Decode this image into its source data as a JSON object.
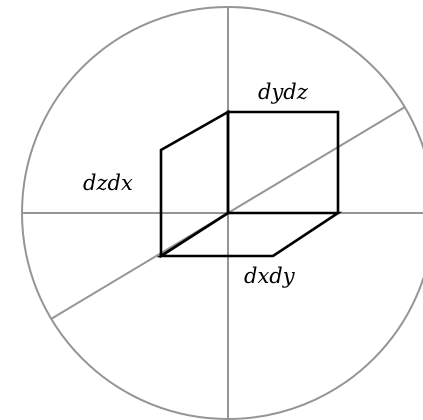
{
  "labels": {
    "face_yz": "dydz",
    "face_zx": "dzdx",
    "face_xy": "dxdy"
  },
  "colors": {
    "axis": "#959595",
    "edge": "#000000",
    "background": "#ffffff"
  }
}
